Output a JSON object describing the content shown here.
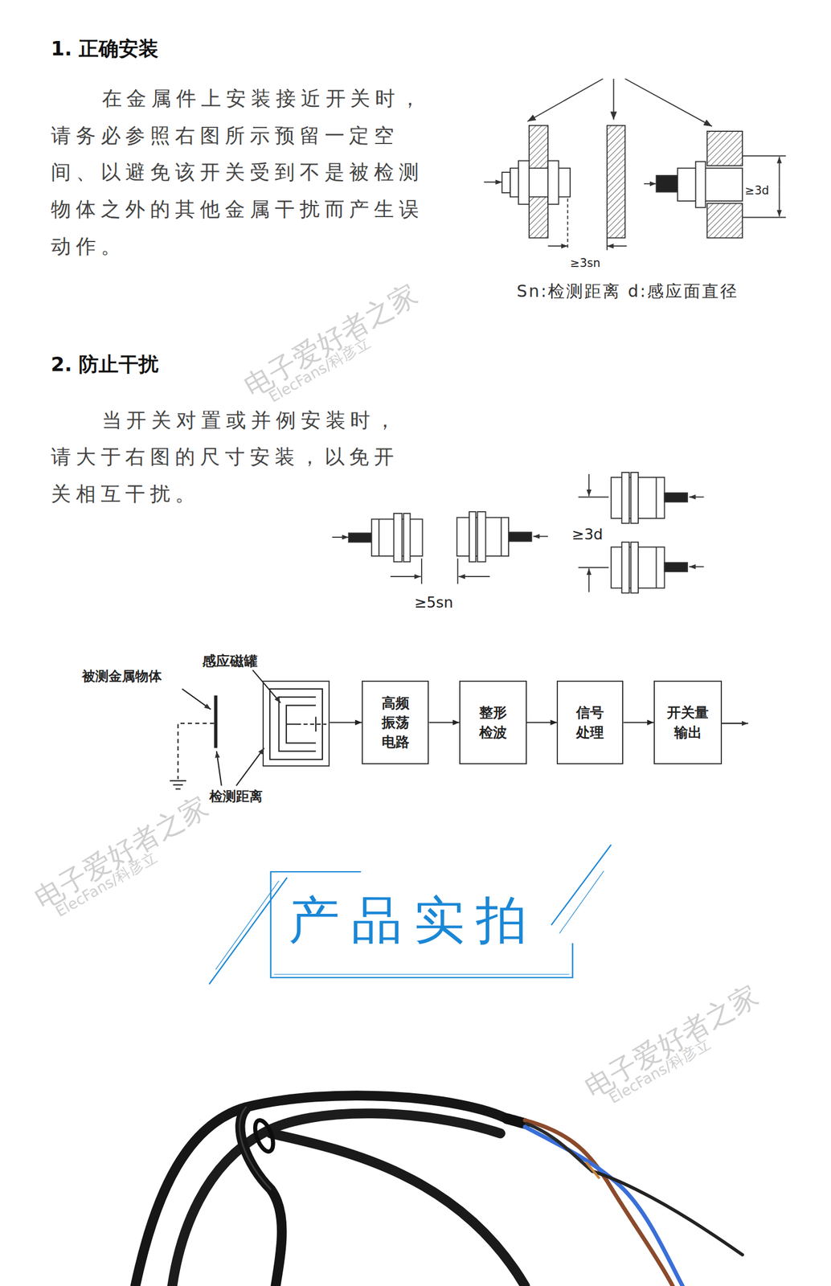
{
  "diagram": {
    "nodes": [
      {
        "text": [
          "感应磁罐"
        ]
      },
      {
        "text": [
          "高频振荡电路"
        ]
      },
      {
        "text": [
          "整形检波"
        ]
      },
      {
        "text": [
          "信号处理"
        ]
      },
      {
        "text": [
          "开关量输出"
        ]
      }
    ],
    "edges": [
      {
        "from": 0,
        "to": 1,
        "arrow": "to"
      },
      {
        "from": 1,
        "to": 2,
        "arrow": "to"
      },
      {
        "from": 2,
        "to": 3,
        "arrow": "to"
      },
      {
        "from": 3,
        "to": 4,
        "arrow": "to"
      }
    ],
    "labels": [
      "1. 正确安装",
      "在金属件上安装接近开关时，请务必参照右图所示预留一定空间、以避免该开关受到不是被检测物体之外的其他金属干扰而产生误动作。",
      "≥3sn",
      "≥3d",
      "Sn:检测距离 d:感应面直径",
      "电子爱好者之家",
      "ElecFans/科彦立",
      "2. 防止干扰",
      "当开关对置或并例安装时，请大于右图的尺寸安装，以免开关相互干扰。",
      "≥3d",
      "≥5sn",
      "被测金属物体",
      "检测距离",
      "电子爱好者之家",
      "ElecFans/科彦立",
      "产品实拍",
      "电子爱好者之家",
      "ElecFans/科彦立"
    ]
  }
}
